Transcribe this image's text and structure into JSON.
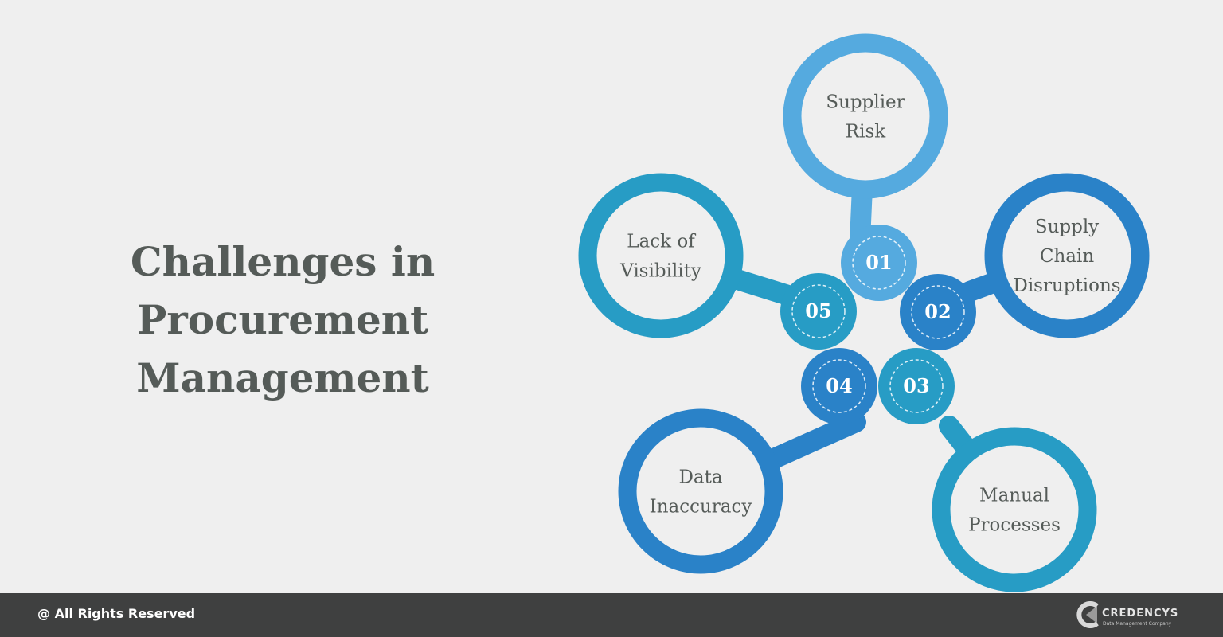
{
  "title": {
    "lines": [
      "Challenges in",
      "Procurement",
      "Management"
    ]
  },
  "challenges": [
    {
      "number": "01",
      "lines": [
        "Supplier",
        "Risk"
      ],
      "color": "#55aadf"
    },
    {
      "number": "02",
      "lines": [
        "Supply",
        "Chain",
        "Disruptions"
      ],
      "color": "#2a82c8"
    },
    {
      "number": "03",
      "lines": [
        "Manual",
        "Processes"
      ],
      "color": "#279cc5"
    },
    {
      "number": "04",
      "lines": [
        "Data",
        "Inaccuracy"
      ],
      "color": "#2a82c8"
    },
    {
      "number": "05",
      "lines": [
        "Lack of",
        "Visibility"
      ],
      "color": "#279cc5"
    }
  ],
  "colors": {
    "background": "#efefef",
    "title_text": "#555b58",
    "label_text": "#555b58",
    "footer_background": "#3f4040"
  },
  "footer": {
    "rights": "@ All Rights Reserved",
    "logo_name": "CREDENCYS",
    "logo_tagline": "Data Management Company"
  }
}
